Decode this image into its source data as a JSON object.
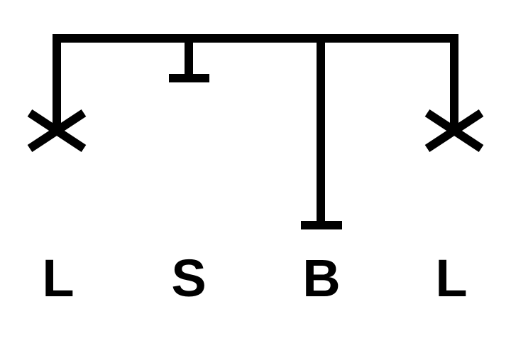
{
  "diagram": {
    "colors": {
      "stroke": "#000000",
      "background": "#ffffff"
    },
    "branches": [
      {
        "label": "L",
        "marker": "x-cross-icon"
      },
      {
        "label": "S",
        "marker": "t-bar-icon"
      },
      {
        "label": "B",
        "marker": "t-bar-icon"
      },
      {
        "label": "L",
        "marker": "x-cross-icon"
      }
    ]
  }
}
